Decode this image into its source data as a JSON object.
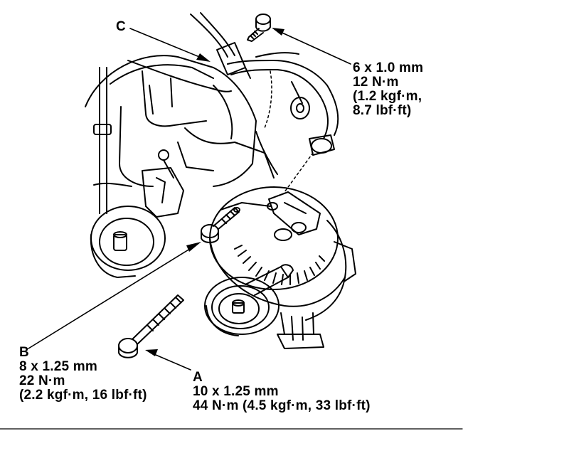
{
  "callouts": {
    "c": {
      "letter": "C"
    },
    "top": {
      "size": "6 x 1.0 mm",
      "torque": "12 N·m",
      "line3": "(1.2 kgf·m,",
      "line4": "8.7 lbf·ft)"
    },
    "b": {
      "letter": "B",
      "size": "8 x 1.25 mm",
      "torque": "22 N·m",
      "line3": "(2.2 kgf·m, 16 lbf·ft)"
    },
    "a": {
      "letter": "A",
      "size": "10 x 1.25 mm",
      "torque": "44 N·m (4.5 kgf·m, 33 lbf·ft)"
    }
  }
}
